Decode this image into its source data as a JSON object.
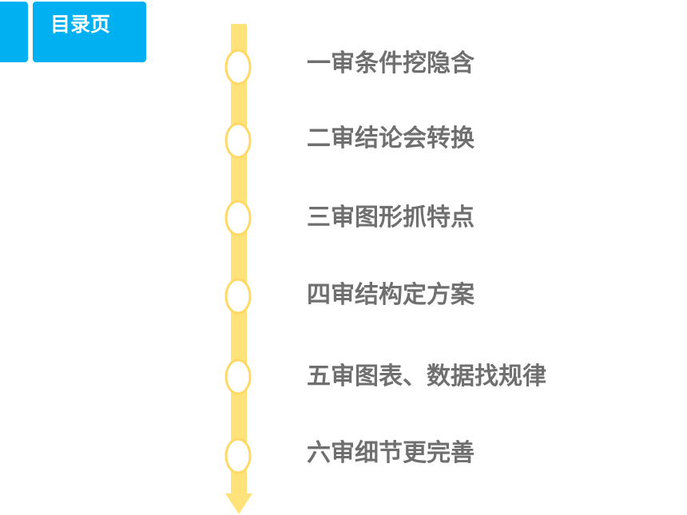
{
  "header": {
    "title": "目录页"
  },
  "colors": {
    "accent_blue": "#00b0f0",
    "timeline_yellow": "#ffe27a",
    "node_stroke": "#ffd966",
    "text_gray": "#6f6f6f"
  },
  "items": [
    {
      "label": "一审条件挖隐含"
    },
    {
      "label": "二审结论会转换"
    },
    {
      "label": "三审图形抓特点"
    },
    {
      "label": "四审结构定方案"
    },
    {
      "label": "五审图表、数据找规律"
    },
    {
      "label": "六审细节更完善"
    }
  ]
}
